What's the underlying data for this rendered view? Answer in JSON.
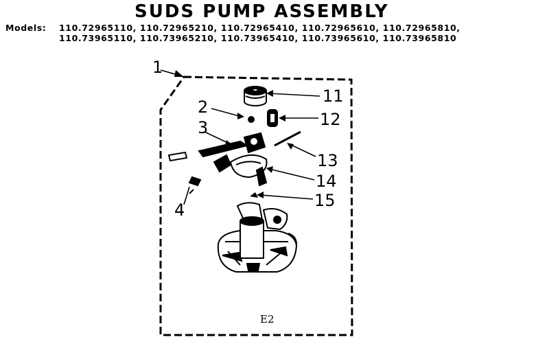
{
  "header": {
    "title": "SUDS PUMP ASSEMBLY",
    "models_prefix": "Models:",
    "models_line1": "110.72965110, 110.72965210, 110.72965410, 110.72965610, 110.72965810,",
    "models_line2": "110.73965110, 110.73965210, 110.73965410, 110.73965610, 110.73965810"
  },
  "diagram": {
    "figure_code": "E2",
    "callouts": [
      "1",
      "2",
      "3",
      "4",
      "11",
      "12",
      "13",
      "14",
      "15"
    ]
  },
  "colors": {
    "ink": "#000000",
    "paper": "#ffffff"
  }
}
